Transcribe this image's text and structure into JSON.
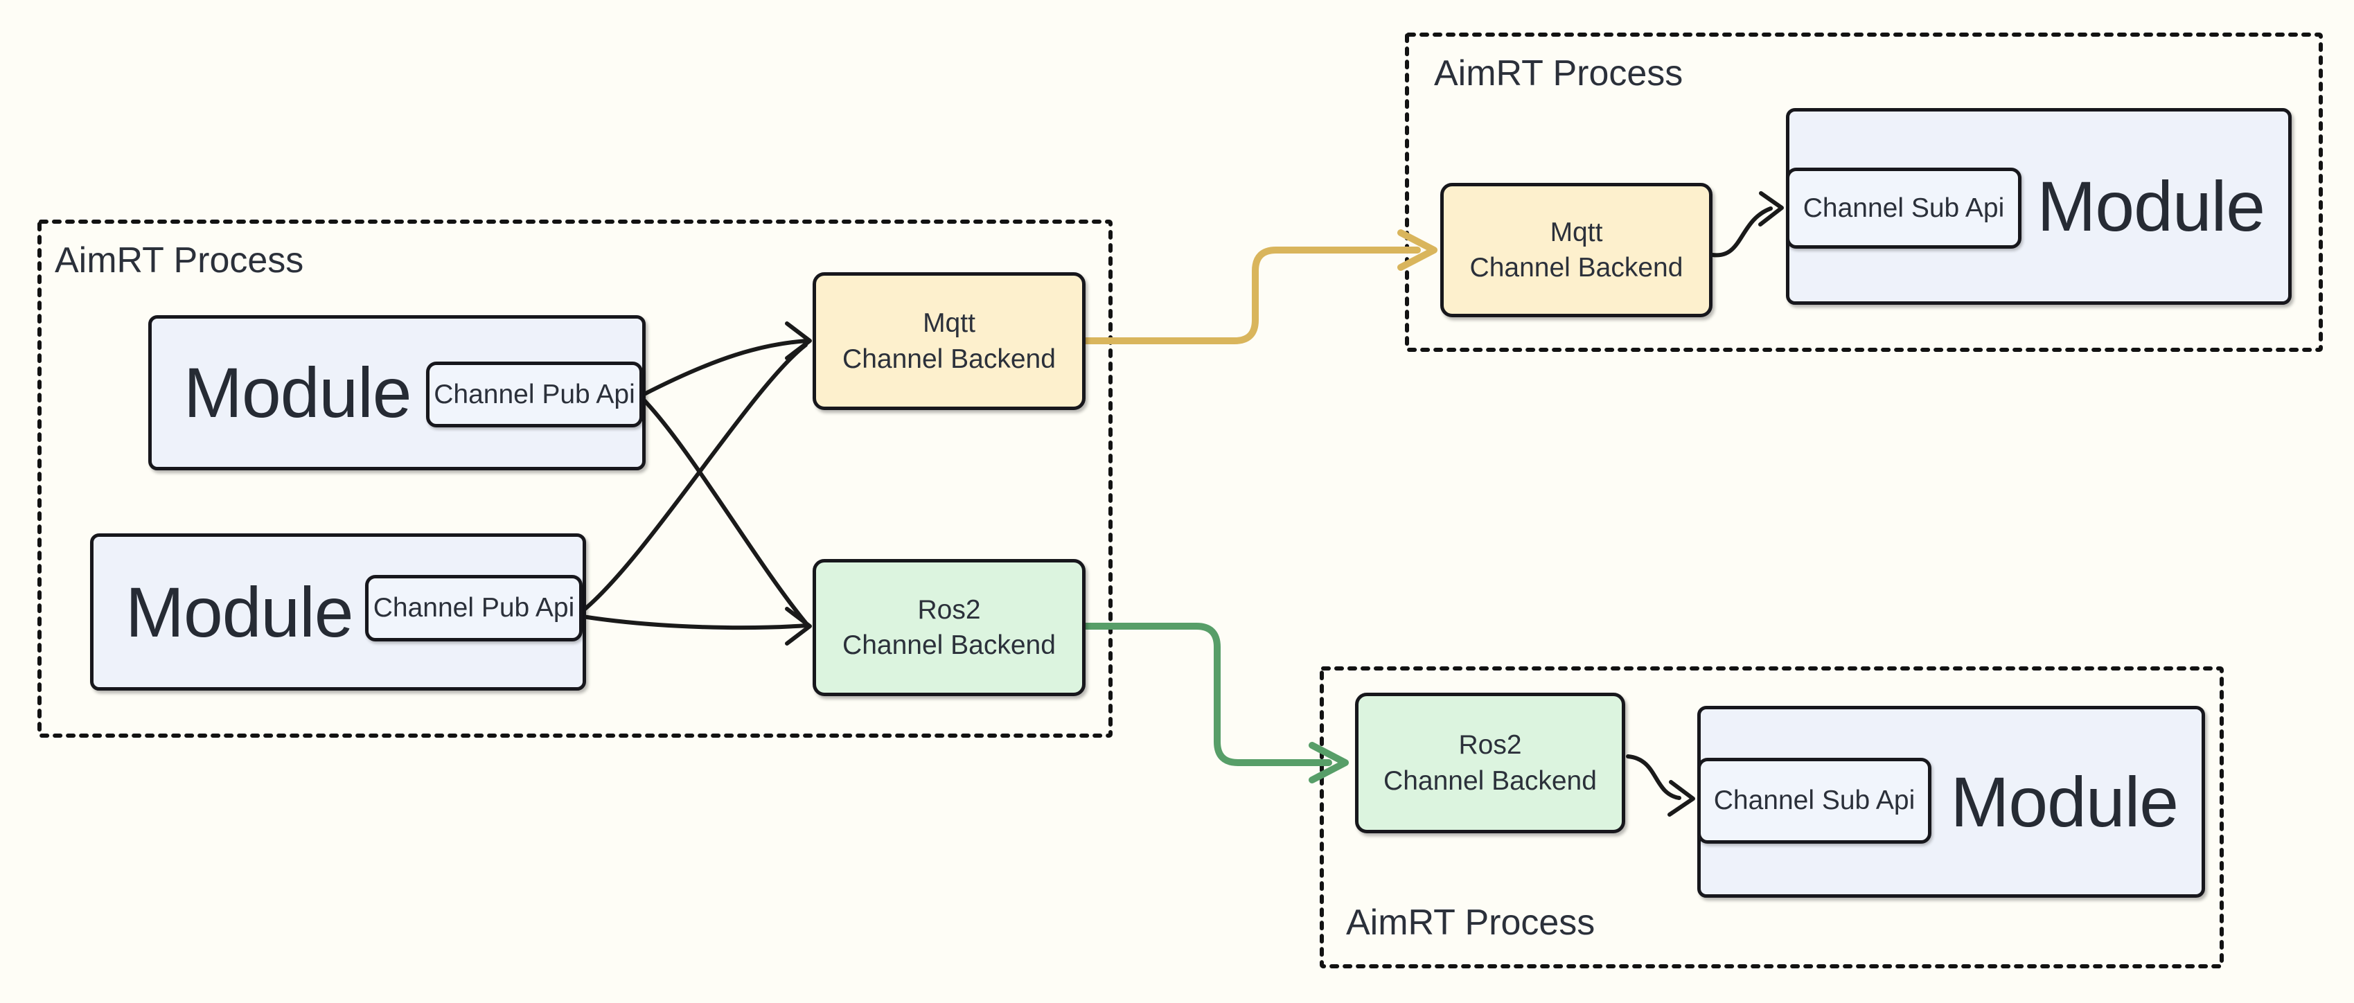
{
  "colors": {
    "background": "#fefdf6",
    "box_border": "#17171c",
    "text": "#2b303a",
    "module_fill": "#eef2fa",
    "api_fill": "#f1f5fc",
    "mqtt_fill": "#fdf0cd",
    "ros2_fill": "#dcf4df",
    "mqtt_arrow": "#d9b55c",
    "ros2_arrow": "#579e68",
    "black_arrow": "#1a1a1a",
    "dotted_border": "#121212"
  },
  "left_process": {
    "label": "AimRT Process",
    "module_top": {
      "label": "Module",
      "api_label": "Channel Pub Api"
    },
    "module_bottom": {
      "label": "Module",
      "api_label": "Channel Pub Api"
    },
    "mqtt_backend": {
      "line1": "Mqtt",
      "line2": "Channel Backend"
    },
    "ros2_backend": {
      "line1": "Ros2",
      "line2": "Channel Backend"
    }
  },
  "top_right_process": {
    "label": "AimRT Process",
    "mqtt_backend": {
      "line1": "Mqtt",
      "line2": "Channel Backend"
    },
    "module": {
      "label": "Module",
      "api_label": "Channel Sub Api"
    }
  },
  "bottom_right_process": {
    "label": "AimRT Process",
    "ros2_backend": {
      "line1": "Ros2",
      "line2": "Channel Backend"
    },
    "module": {
      "label": "Module",
      "api_label": "Channel Sub Api"
    }
  }
}
